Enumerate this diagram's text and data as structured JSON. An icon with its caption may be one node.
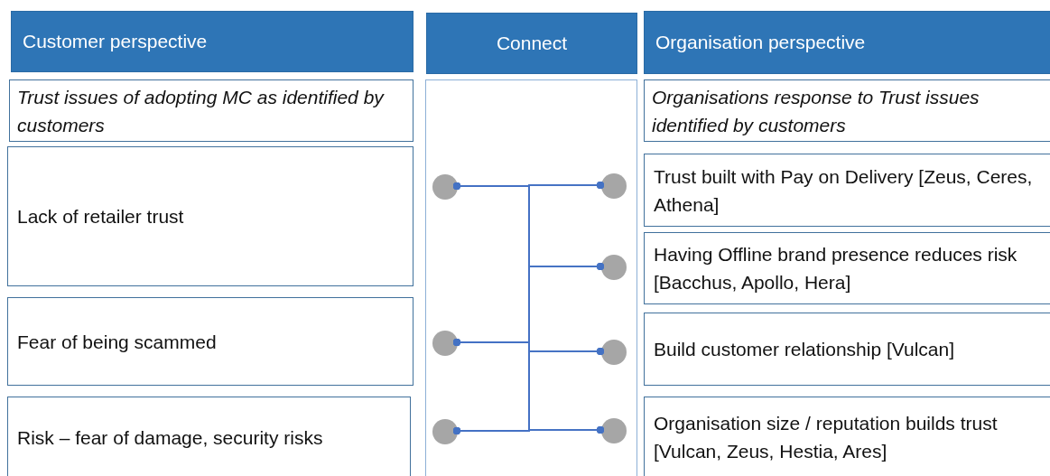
{
  "diagram": {
    "nodes": [
      {
        "text": [
          "Customer perspective"
        ]
      },
      {
        "text": [
          "Connect"
        ]
      },
      {
        "text": [
          "Organisation perspective"
        ]
      },
      {
        "text": [
          "Trust issues of adopting MC as identified by customers"
        ]
      },
      {
        "text": [],
        "shape": "box"
      },
      {
        "text": [
          "Organisations response to Trust issues identified by customers"
        ]
      },
      {
        "text": [
          "Lack of retailer trust"
        ]
      },
      {
        "text": [
          "Fear of being scammed"
        ]
      },
      {
        "text": [
          "Risk – fear of damage, security risks"
        ]
      },
      {
        "text": [],
        "shape": "circle",
        "in": 4
      },
      {
        "text": [],
        "shape": "circle",
        "in": 4
      },
      {
        "text": [],
        "shape": "circle",
        "in": 4
      },
      {
        "text": [],
        "shape": "circle",
        "in": 4
      },
      {
        "text": [],
        "shape": "circle",
        "in": 4
      },
      {
        "text": [],
        "shape": "circle",
        "in": 4
      },
      {
        "text": [],
        "shape": "circle",
        "in": 4
      },
      {
        "text": [
          "Trust built with Pay on Delivery [Zeus, Ceres, Athena]"
        ]
      },
      {
        "text": [
          "Having Offline brand presence reduces risk [Bacchus, Apollo, Hera]"
        ]
      },
      {
        "text": [
          "Build customer relationship [Vulcan]"
        ]
      },
      {
        "text": [
          "Organisation size / reputation builds trust [Vulcan, Zeus, Hestia, Ares]"
        ]
      }
    ],
    "edges": [
      {
        "from": 9,
        "to": 12,
        "arrow": "other"
      },
      {
        "from": 9,
        "to": 13,
        "arrow": "other"
      },
      {
        "from": 9,
        "to": 14,
        "arrow": "other"
      },
      {
        "from": 9,
        "to": 15,
        "arrow": "other"
      },
      {
        "from": 10,
        "to": 12,
        "arrow": "other"
      },
      {
        "from": 10,
        "to": 13,
        "arrow": "other"
      },
      {
        "from": 10,
        "to": 14,
        "arrow": "other"
      },
      {
        "from": 10,
        "to": 15,
        "arrow": "other"
      },
      {
        "from": 11,
        "to": 12,
        "arrow": "other"
      },
      {
        "from": 11,
        "to": 13,
        "arrow": "other"
      },
      {
        "from": 11,
        "to": 14,
        "arrow": "other"
      },
      {
        "from": 11,
        "to": 15,
        "arrow": "other"
      }
    ]
  }
}
